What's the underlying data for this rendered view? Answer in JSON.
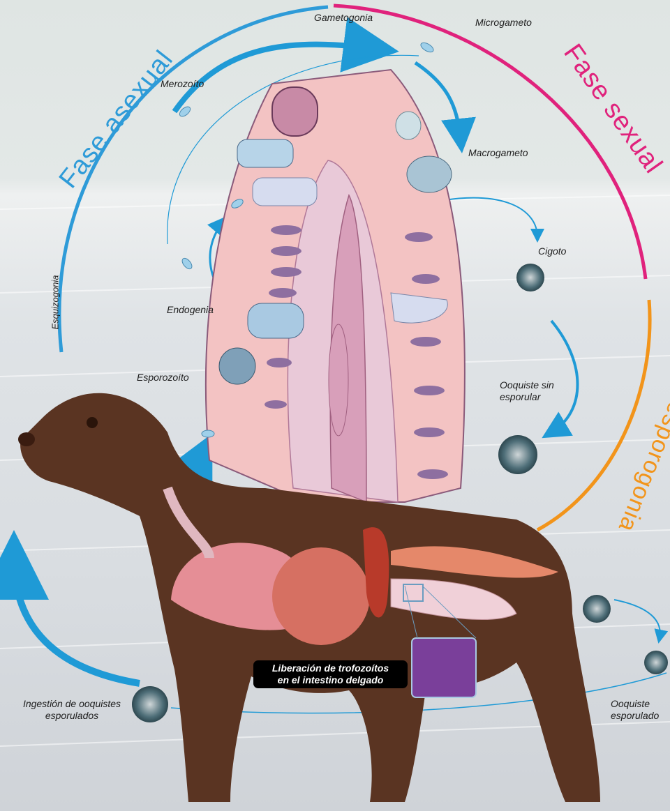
{
  "phases": {
    "asexual": "Fase asexual",
    "sexual": "Fase sexual",
    "sporogony": "Fase de esporogonia"
  },
  "labels": {
    "gametogonia": "Gametogonia",
    "microgameto": "Microgameto",
    "merozoito": "Merozoíto",
    "macrogameto": "Macrogameto",
    "cigoto": "Cigoto",
    "esquizogonia": "Esquizogonia",
    "endogenia": "Endogenia",
    "esporozoito": "Esporozoíto",
    "ooquiste_sin_esporular_1": "Ooquiste sin",
    "ooquiste_sin_esporular_2": "esporular",
    "liberacion_1": "Liberación de trofozoítos",
    "liberacion_2": "en el intestino delgado",
    "ingestion_1": "Ingestión de ooquistes",
    "ingestion_2": "esporulados",
    "ooquiste_esporulado_1": "Ooquiste",
    "ooquiste_esporulado_2": "esporulado"
  },
  "colors": {
    "asexual": "#2e9bd8",
    "sexual": "#e0227c",
    "sporogony": "#f2941a",
    "arrow": "#1f9ad6",
    "villus": "#f3c3c3",
    "nucleus": "#8e6fa0",
    "dog": "#5a3422"
  }
}
